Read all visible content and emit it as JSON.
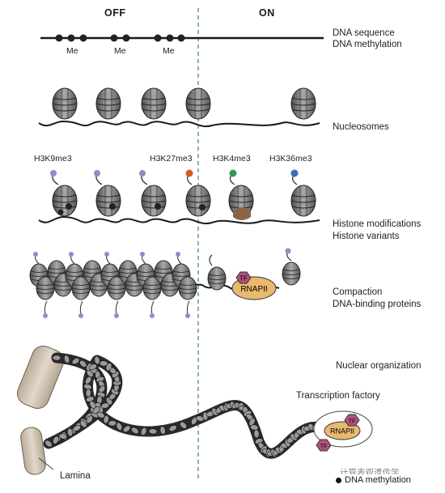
{
  "columns": {
    "off": "OFF",
    "on": "ON"
  },
  "labels": {
    "dna_sequence": "DNA sequence",
    "dna_methylation": "DNA methylation",
    "nucleosomes": "Nucleosomes",
    "histone_modifications": "Histone modifications",
    "histone_variants": "Histone variants",
    "compaction": "Compaction",
    "dna_binding_proteins": "DNA-binding proteins",
    "nuclear_organization": "Nuclear organization",
    "transcription_factory": "Transcription factory",
    "lamina": "Lamina"
  },
  "methyl_marks": [
    "Me",
    "Me",
    "Me"
  ],
  "histone_marks": [
    {
      "name": "H3K9me3",
      "color": "#9b86c7"
    },
    {
      "name": "H3K27me3",
      "color": "#e0552a"
    },
    {
      "name": "H3K4me3",
      "color": "#2e9b55"
    },
    {
      "name": "H3K36me3",
      "color": "#3b6fb0"
    }
  ],
  "proteins": {
    "polymerase": "RNAPII",
    "factor": "TF"
  },
  "legend": {
    "label": "DNA methylation"
  },
  "watermark": "计算表观遗传学",
  "colors": {
    "divider": "#4a8a8a",
    "nucleosome": "#8c8c8c",
    "polymerase_fill": "#e9b96e",
    "factor_fill": "#b0507e",
    "lamina_fill": "#cfc1b0",
    "variant_fill": "#8a6446"
  }
}
